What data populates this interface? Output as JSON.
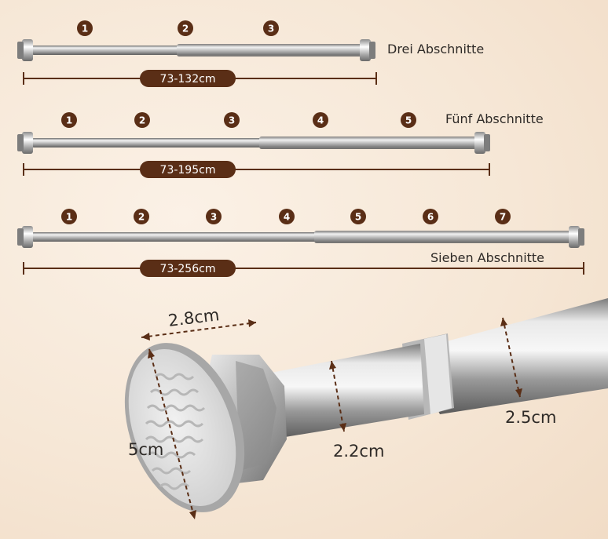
{
  "rods": [
    {
      "section_label": "Drei Abschnitte",
      "range_label": "73-132cm",
      "segments": [
        "1",
        "2",
        "3"
      ]
    },
    {
      "section_label": "Fünf Abschnitte",
      "range_label": "73-195cm",
      "segments": [
        "1",
        "2",
        "3",
        "4",
        "5"
      ]
    },
    {
      "section_label": "Sieben Abschnitte",
      "range_label": "73-256cm",
      "segments": [
        "1",
        "2",
        "3",
        "4",
        "5",
        "6",
        "7"
      ]
    }
  ],
  "detail": {
    "cap_width": "2.8cm",
    "cap_height": "5cm",
    "inner_tube": "2.2cm",
    "outer_tube": "2.5cm"
  },
  "colors": {
    "badge": "#5a2e16",
    "background": "#f6e7d6",
    "dimension_line": "#5a2e16",
    "text": "#2e2a27"
  }
}
